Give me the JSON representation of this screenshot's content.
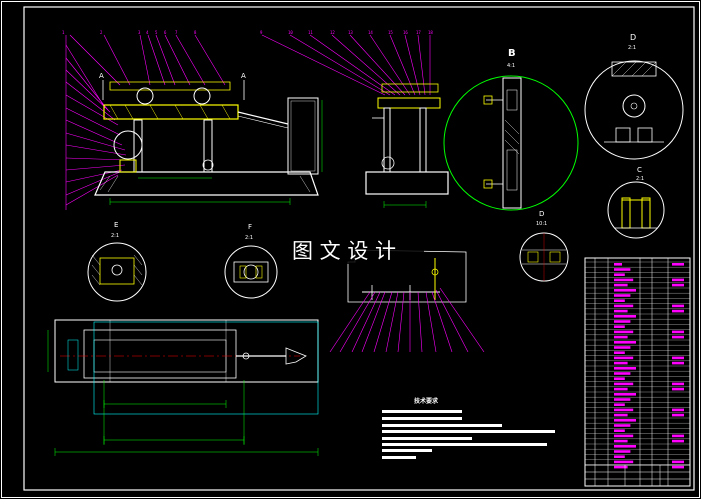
{
  "watermark": "图 文 设 计",
  "tech_title": "技术要求",
  "views": {
    "b_label": "B",
    "b_scale": "4:1",
    "d_top_label": "D",
    "d_top_scale": "2:1",
    "c_label": "C",
    "c_scale": "2:1",
    "d_small_label": "D",
    "d_small_scale": "10:1",
    "e_label": "E",
    "e_scale": "2:1",
    "f_label": "F",
    "f_scale": "2:1",
    "section_a_left": "A",
    "section_a_right": "A"
  },
  "colors": {
    "background": "#000000",
    "border": "#ffffff",
    "outline": "#ffffff",
    "leader": "#ff00ff",
    "dimension": "#00ff00",
    "part_highlight": "#ffff00",
    "centerline": "#ff0000",
    "hatch": "#00ffff"
  }
}
